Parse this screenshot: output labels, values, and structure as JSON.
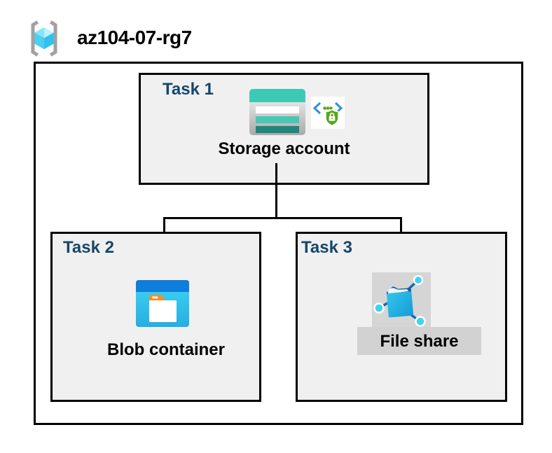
{
  "resource_group": {
    "name": "az104-07-rg7",
    "icon": "resource-group-icon"
  },
  "tasks": [
    {
      "label": "Task 1",
      "entity": "Storage account",
      "icons": [
        "storage-account-icon",
        "secure-endpoint-icon"
      ]
    },
    {
      "label": "Task 2",
      "entity": "Blob container",
      "icons": [
        "blob-container-icon"
      ]
    },
    {
      "label": "Task 3",
      "entity": "File share",
      "icons": [
        "file-share-icon"
      ],
      "highlighted": true
    }
  ],
  "connections": [
    {
      "from": "Storage account",
      "to": "Blob container"
    },
    {
      "from": "Storage account",
      "to": "File share"
    }
  ],
  "colors": {
    "task_label_navy": "#17466B",
    "box_fill_gray": "#F0F0F0",
    "border_black": "#000000",
    "storage_teal": "#3EC9B6",
    "storage_teal_dark": "#1F867C",
    "blob_header_blue": "#0D7EDC",
    "blob_body_cyan": "#35CBF0",
    "folder_tab_orange": "#F78F20",
    "fileshare_node_cyan": "#3ED2F6",
    "fileshare_folder_blue": "#149CD8",
    "shield_green": "#57A81C",
    "chevron_blue": "#2E8FDF",
    "selection_gray": "#D5D5D5",
    "rg_cube_cyan": "#4ACFF2",
    "rg_bracket_gray": "#A1A1A1"
  }
}
